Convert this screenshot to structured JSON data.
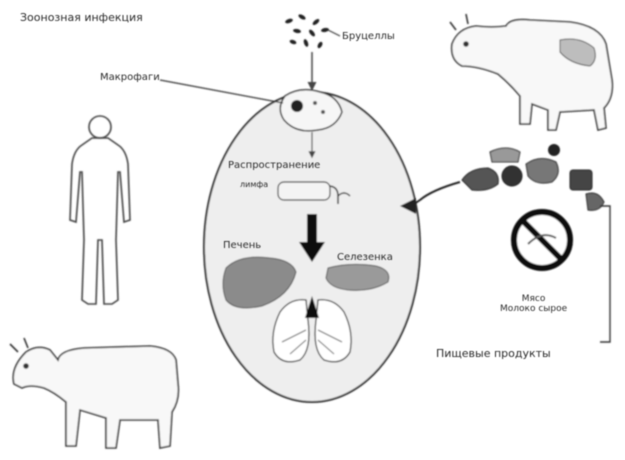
{
  "diagram": {
    "title": "Зоонозная инфекция",
    "bacteria_label": "Бруцеллы",
    "macrophage_label": "Макрофаги",
    "spread_label": "Распространение",
    "lymph_label": "лимфа",
    "liver_label": "Печень",
    "spleen_label": "Селезенка",
    "prevention_line1": "Мясо",
    "prevention_line2": "Молоко сырое",
    "transmission_label": "Пищевые продукты"
  }
}
